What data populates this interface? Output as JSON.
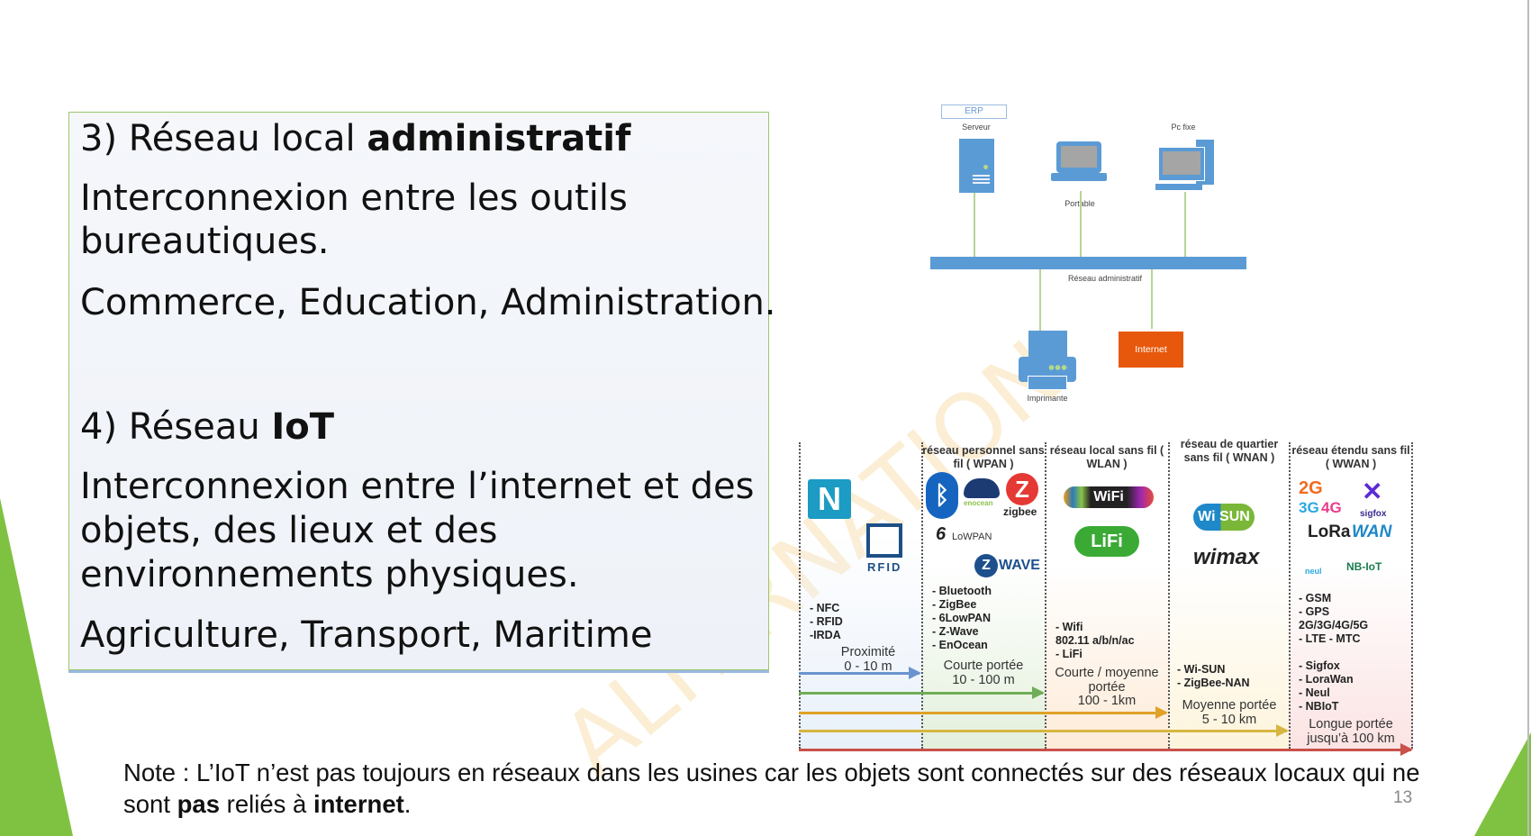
{
  "left_box": {
    "s3_prefix": "3) Réseau local ",
    "s3_bold": "administratif",
    "s3_line1": "Interconnexion entre les outils",
    "s3_line2": "bureautiques.",
    "s3_examples": "Commerce, Education, Administration.",
    "s4_prefix": "4) Réseau ",
    "s4_bold": "IoT",
    "s4_line1": "Interconnexion entre l’internet et des",
    "s4_line2": "objets, des lieux et des",
    "s4_line3": "environnements physiques.",
    "s4_examples": "Agriculture, Transport, Maritime"
  },
  "diagram": {
    "erp": "ERP",
    "server": "Serveur",
    "laptop": "Portable",
    "desktop": "Pc fixe",
    "bus": "Réseau administratif",
    "printer": "Imprimante",
    "internet": "Internet",
    "internet_color": "#e8580c",
    "device_color": "#5b9bd5"
  },
  "iot_table": {
    "columns": [
      {
        "header": "",
        "items": "- NFC\n- RFID\n-IRDA",
        "range_label": "Proximité",
        "range": "0 - 10 m",
        "color": "#6b93cf",
        "logos": [
          "N",
          "RFID"
        ]
      },
      {
        "header": "réseau personnel sans fil ( WPAN )",
        "items": "- Bluetooth\n- ZigBee\n- 6LowPAN\n- Z-Wave\n- EnOcean",
        "range_label": "Courte portée",
        "range": "10 - 100 m",
        "color": "#6fae57",
        "logos": [
          "enocean",
          "zigbee",
          "LoWPAN",
          "WAVE"
        ]
      },
      {
        "header": "réseau local sans fil ( WLAN )",
        "items": "- Wifi\n802.11 a/b/n/ac\n- LiFi",
        "range_label": "Courte / moyenne portée",
        "range": "100 - 1km",
        "color": "#e0a126",
        "logos": [
          "WiFi",
          "LiFi"
        ]
      },
      {
        "header": "réseau de quartier sans fil ( WNAN )",
        "items": "- Wi-SUN\n- ZigBee-NAN",
        "range_label": "Moyenne portée",
        "range": "5 - 10 km",
        "color": "#d6b640",
        "logos": [
          "Wi SUN",
          "wimax"
        ]
      },
      {
        "header": "réseau étendu sans fil ( WWAN )",
        "items": "- GSM\n- GPS\n2G/3G/4G/5G\n- LTE - MTC\n\n- Sigfox\n- LoraWan\n- Neul\n- NBIoT",
        "range_label": "Longue portée",
        "range": "jusqu’à 100 km",
        "color": "#c9514a",
        "logos": [
          "2G",
          "3G",
          "4G",
          "sigfox",
          "LoRa",
          "WAN",
          "neul",
          "NB-IoT"
        ]
      }
    ]
  },
  "note": {
    "text1": "Note : L’IoT n’est pas toujours en réseaux dans les usines car les objets sont connectés sur des réseaux locaux qui ne sont ",
    "bold1": "pas",
    "text2": " reliés à ",
    "bold2": "internet",
    "text3": "."
  },
  "page_number": "13",
  "watermark": "ALTERNATION"
}
